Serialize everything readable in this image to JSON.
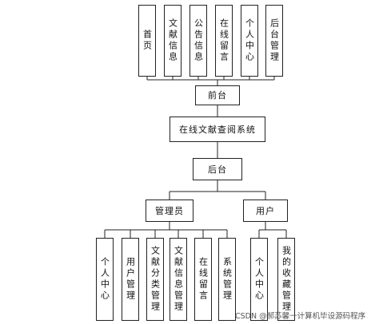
{
  "diagram": {
    "frontend_modules": [
      "首页",
      "文献信息",
      "公告信息",
      "在线留言",
      "个人中心",
      "后台管理"
    ],
    "frontend": "前台",
    "system": "在线文献查阅系统",
    "backend": "后台",
    "admin": "管理员",
    "user": "用户",
    "admin_modules": [
      "个人中心",
      "用户管理",
      "文献分类管理",
      "文献信息管理",
      "在线留言",
      "系统管理"
    ],
    "user_modules": [
      "个人中心",
      "我的收藏管理"
    ]
  },
  "watermark": "CSDN @郝苏馨一计算机毕设源码程序"
}
